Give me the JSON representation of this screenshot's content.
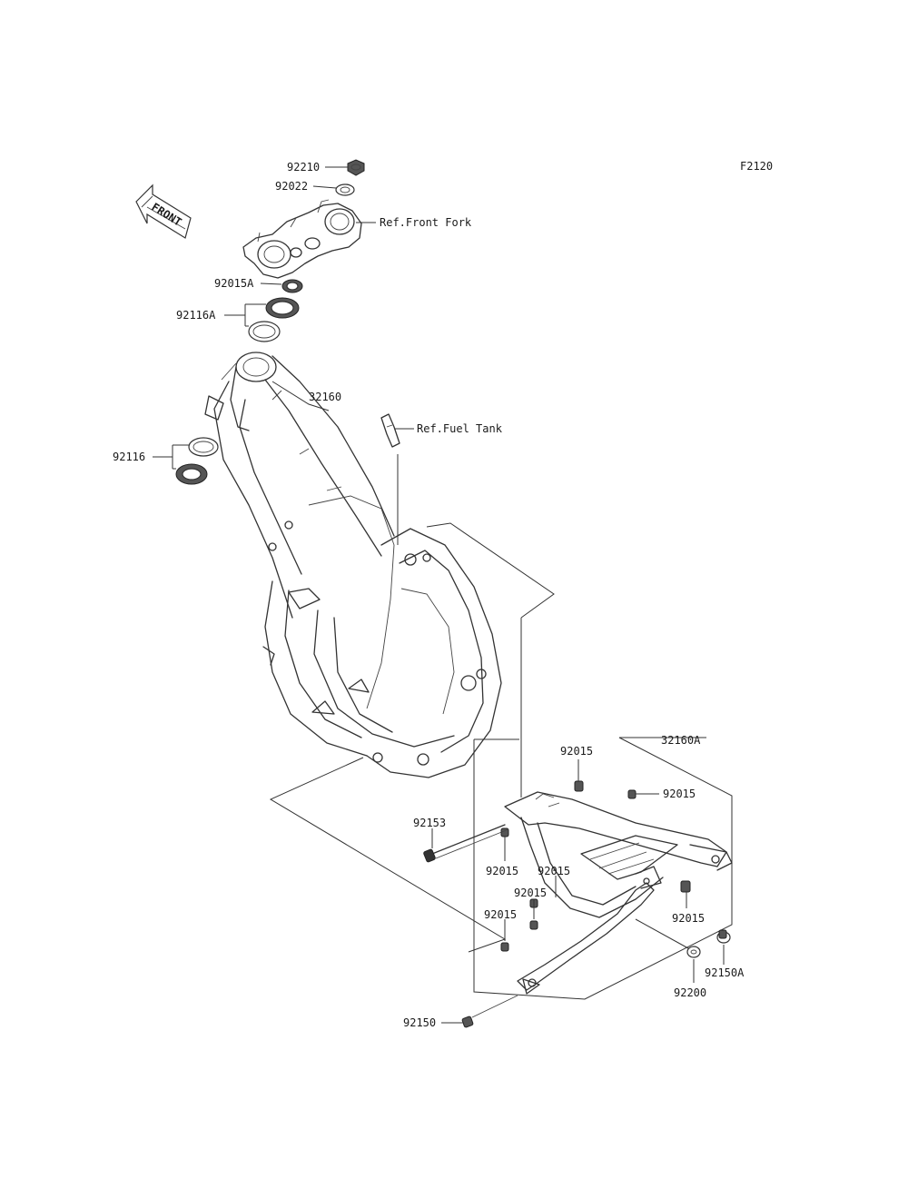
{
  "figure_code": "F2120",
  "front_arrow_label": "FRONT",
  "refs": {
    "front_fork": "Ref.Front Fork",
    "fuel_tank": "Ref.Fuel Tank"
  },
  "parts": {
    "p92210": "92210",
    "p92022": "92022",
    "p92015A": "92015A",
    "p92116A": "92116A",
    "p32160": "32160",
    "p92116": "92116",
    "p32160A": "32160A",
    "p92015_a": "92015",
    "p92015_b": "92015",
    "p92153": "92153",
    "p92015_c": "92015",
    "p92015_d": "92015",
    "p92015_e": "92015",
    "p92015_f": "92015",
    "p92015_g": "92015",
    "p92150A": "92150A",
    "p92200": "92200",
    "p92150": "92150"
  }
}
